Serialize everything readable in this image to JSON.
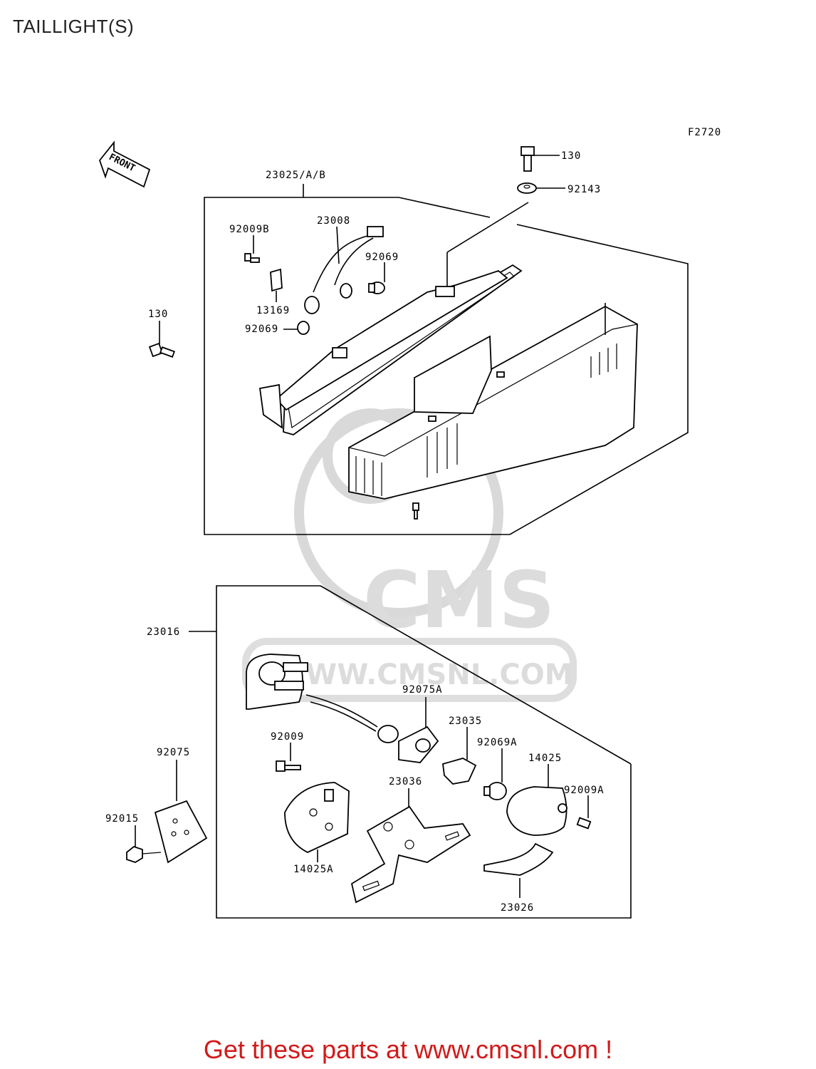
{
  "page_title": "TAILLIGHT(S)",
  "figure_code": "F2720",
  "front_arrow_label": "FRONT",
  "watermark": {
    "logo_text": "CMS",
    "url_text": "WWW.CMSNL.COM"
  },
  "part_labels": {
    "p23025": "23025/A/B",
    "p130_top": "130",
    "p92143": "92143",
    "p92009b": "92009B",
    "p23008": "23008",
    "p92069_a": "92069",
    "p13169": "13169",
    "p92069_b": "92069",
    "p130_left": "130",
    "p23016": "23016",
    "p92075a": "92075A",
    "p23035": "23035",
    "p92009": "92009",
    "p92069a": "92069A",
    "p14025": "14025",
    "p92075": "92075",
    "p23036": "23036",
    "p92009a": "92009A",
    "p92015": "92015",
    "p14025a": "14025A",
    "p23026": "23026"
  },
  "footer_link": "Get these parts at www.cmsnl.com !"
}
